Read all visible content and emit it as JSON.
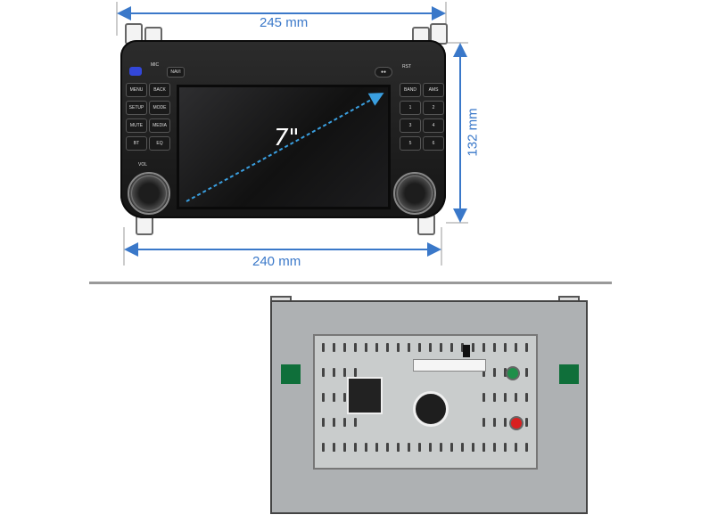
{
  "dimensions": {
    "top_width": "245 mm",
    "height": "132 mm",
    "bottom_width": "240 mm"
  },
  "front_panel": {
    "screen_size": "7\"",
    "left_buttons": [
      "MENU",
      "BACK",
      "SETUP",
      "MODE",
      "MUTE",
      "MEDIA",
      "BT",
      "EQ"
    ],
    "mic_label": "MIC",
    "navi_label": "NAVI",
    "vol_label": "VOL",
    "rst_label": "RST",
    "right_buttons": [
      "BAND",
      "AMS",
      "1",
      "2",
      "3",
      "4",
      "5",
      "6"
    ]
  },
  "colors": {
    "dimension_blue": "#3a78c9",
    "unit_black": "#1a1a1a",
    "chassis_grey": "#c9cccc",
    "bracket_green": "#0f6f3a",
    "rca_red": "#d92020"
  }
}
